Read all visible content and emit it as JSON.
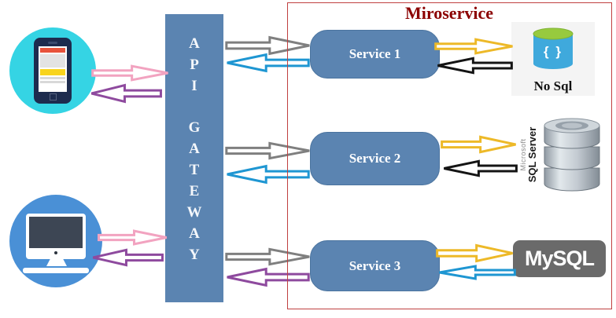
{
  "title": {
    "text": "Miroservice"
  },
  "gateway": {
    "api": "A\nP\nI",
    "word": "G\nA\nT\nE\nW\nA\nY",
    "full_label": "API GATEWAY"
  },
  "services": [
    {
      "label": "Service 1"
    },
    {
      "label": "Service 2"
    },
    {
      "label": "Service 3"
    }
  ],
  "clients": [
    {
      "name": "mobile phone"
    },
    {
      "name": "desktop computer"
    }
  ],
  "databases": {
    "nosql": {
      "glyph": "{ }",
      "label": "No Sql"
    },
    "mssql": {
      "brand": "Microsoft",
      "label": "SQL Server"
    },
    "mysql": {
      "label": "MySQL"
    }
  },
  "colors": {
    "pink": "#f2a3c0",
    "purple": "#8e4a9e",
    "gray": "#7f7f7f",
    "blue": "#1e96d2",
    "yellow": "#edb928",
    "black": "#141414",
    "box_blue": "#5b84b1",
    "title_red": "#8b0000",
    "border_red": "#c04040",
    "phone_circle_cyan": "#35d4e4",
    "desktop_circle_blue": "#4a90d6",
    "mysql_badge_gray": "#6a6a6a"
  }
}
